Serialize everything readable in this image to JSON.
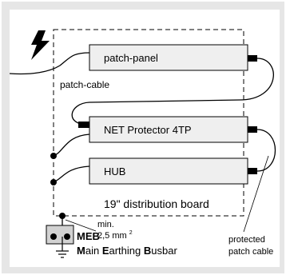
{
  "diagram": {
    "labels": {
      "patch_panel": "patch-panel",
      "patch_cable": "patch-cable",
      "net_protector": "NET Protector 4TP",
      "hub": "HUB",
      "distribution_board": "19\" distribution board",
      "min": "min.",
      "cross_section": "2,5 mm",
      "cross_section_sup": "2",
      "protected_line1": "protected",
      "protected_line2": "patch cable",
      "meb": "MEB",
      "meb_full": {
        "M": "M",
        "ain": "ain ",
        "E": "E",
        "arthing": "arthing ",
        "B": "B",
        "usbar": "usbar"
      }
    },
    "icons": [
      "lightning-icon",
      "earth-ground-icon"
    ],
    "colors": {
      "background": "#ffffff",
      "outer_frame": "#e6e6e6",
      "device_fill": "#efefef",
      "meb_fill": "#d2d2d2",
      "stroke": "#000000"
    }
  }
}
